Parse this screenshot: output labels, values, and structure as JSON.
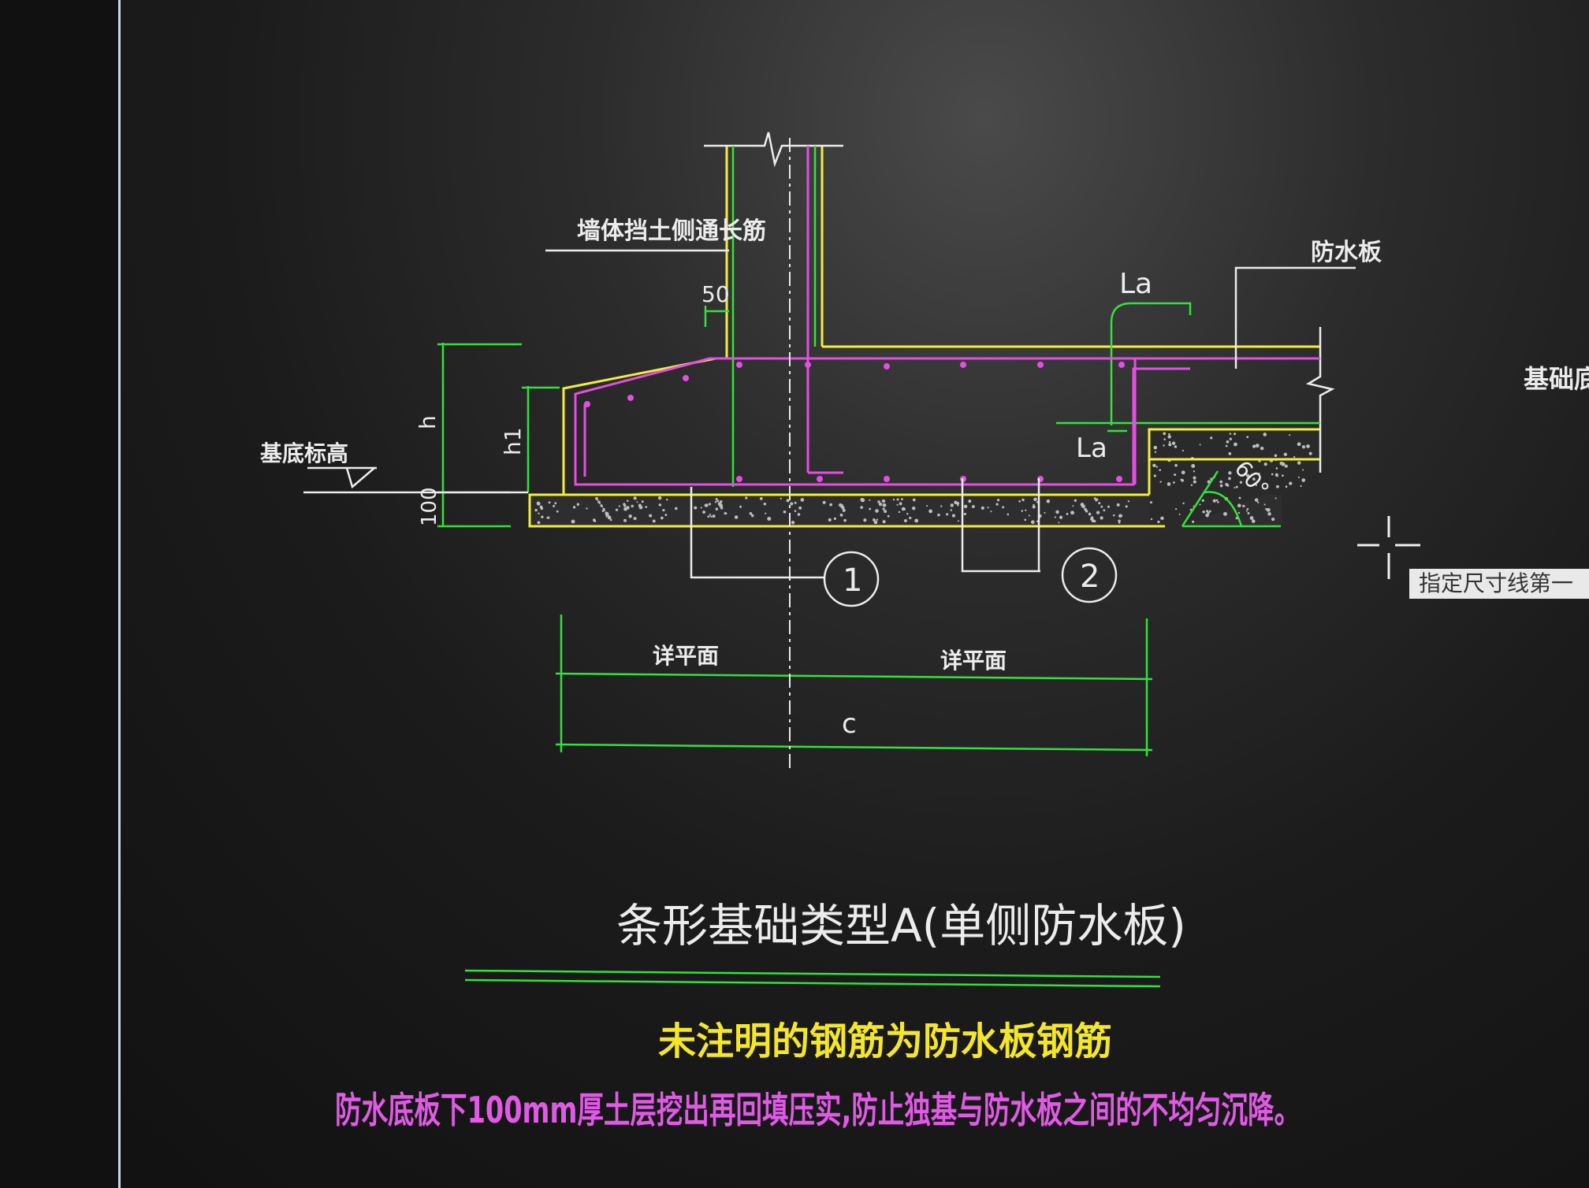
{
  "drawing": {
    "wall_side_bar_label": "墙体挡土侧通长筋",
    "waterproof_board_label": "防水板",
    "base_elevation_label": "基底标高",
    "foundation_elev_label_partial": "基础底",
    "dim_50": "50",
    "dim_h": "h",
    "dim_h1": "h1",
    "dim_100": "100",
    "anchor_la_top": "La",
    "anchor_la_bottom": "La",
    "angle_label": "60°",
    "callout_1": "1",
    "callout_2": "2",
    "dim_left_label": "详平面",
    "dim_right_label": "详平面",
    "dim_total_label": "c",
    "title": "条形基础类型A(单侧防水板)",
    "note_1": "未注明的钢筋为防水板钢筋",
    "note_2": "防水底板下100mm厚土层挖出再回填压实,防止独基与防水板之间的不均匀沉降。"
  },
  "ui": {
    "dimension_prompt": "指定尺寸线第一"
  },
  "colors": {
    "yellow": "#f2ee3a",
    "green": "#33e23a",
    "magenta": "#e64de6",
    "white": "#ececec",
    "note_yellow": "#f4e629",
    "note_magenta": "#e05ae6"
  }
}
